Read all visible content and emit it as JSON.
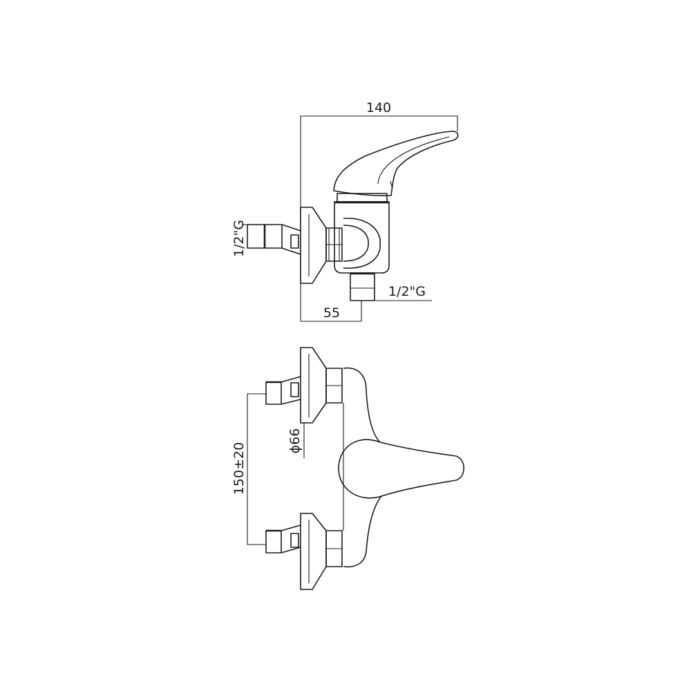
{
  "title": "Single-lever wall-mounted mixer technical drawing",
  "side_view": {
    "dim_width": "140",
    "dim_projection": "55",
    "inlet_thread": "1/2\"G",
    "outlet_thread": "1/2\"G"
  },
  "front_view": {
    "dim_center_distance": "150±20",
    "dim_flange_diameter": "ϕ66"
  }
}
